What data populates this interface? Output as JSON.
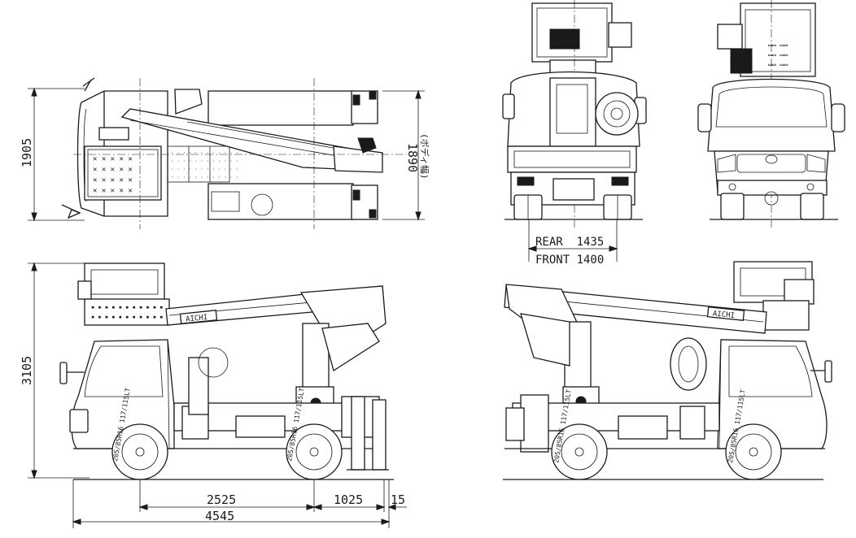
{
  "dimensions": {
    "top_width": "1905",
    "body_width": "1890",
    "body_width_note": "(ボディ幅)",
    "rear_track": "REAR  1435",
    "front_track": "FRONT 1400",
    "height": "3105",
    "wheelbase": "2525",
    "rear_overhang": "1025",
    "rear_extra": "15",
    "overall_length": "4545"
  },
  "labels": {
    "tire": "205/85R16 117/115LT",
    "brand": "AICHI"
  }
}
